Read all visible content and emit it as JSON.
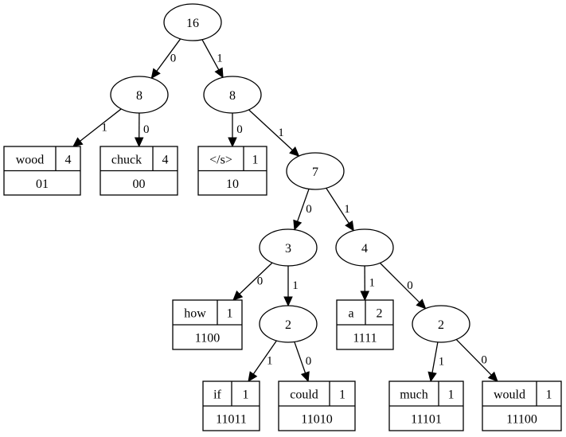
{
  "internal_nodes": [
    {
      "id": "n16",
      "label": "16"
    },
    {
      "id": "nL8",
      "label": "8"
    },
    {
      "id": "nR8",
      "label": "8"
    },
    {
      "id": "n7",
      "label": "7"
    },
    {
      "id": "n3",
      "label": "3"
    },
    {
      "id": "n4",
      "label": "4"
    },
    {
      "id": "n2a",
      "label": "2"
    },
    {
      "id": "n2b",
      "label": "2"
    }
  ],
  "leaves": [
    {
      "id": "wood",
      "word": "wood",
      "count": "4",
      "code": "01"
    },
    {
      "id": "chuck",
      "word": "chuck",
      "count": "4",
      "code": "00"
    },
    {
      "id": "eos",
      "word": "</s>",
      "count": "1",
      "code": "10"
    },
    {
      "id": "how",
      "word": "how",
      "count": "1",
      "code": "1100"
    },
    {
      "id": "a",
      "word": "a",
      "count": "2",
      "code": "1111"
    },
    {
      "id": "if",
      "word": "if",
      "count": "1",
      "code": "11011"
    },
    {
      "id": "could",
      "word": "could",
      "count": "1",
      "code": "11010"
    },
    {
      "id": "much",
      "word": "much",
      "count": "1",
      "code": "11101"
    },
    {
      "id": "would",
      "word": "would",
      "count": "1",
      "code": "11100"
    }
  ],
  "edges": [
    {
      "from": "n16",
      "to": "nL8",
      "label": "0"
    },
    {
      "from": "n16",
      "to": "nR8",
      "label": "1"
    },
    {
      "from": "nL8",
      "to": "wood",
      "label": "1"
    },
    {
      "from": "nL8",
      "to": "chuck",
      "label": "0"
    },
    {
      "from": "nR8",
      "to": "eos",
      "label": "0"
    },
    {
      "from": "nR8",
      "to": "n7",
      "label": "1"
    },
    {
      "from": "n7",
      "to": "n3",
      "label": "0"
    },
    {
      "from": "n7",
      "to": "n4",
      "label": "1"
    },
    {
      "from": "n3",
      "to": "how",
      "label": "0"
    },
    {
      "from": "n3",
      "to": "n2a",
      "label": "1"
    },
    {
      "from": "n4",
      "to": "a",
      "label": "1"
    },
    {
      "from": "n4",
      "to": "n2b",
      "label": "0"
    },
    {
      "from": "n2a",
      "to": "if",
      "label": "1"
    },
    {
      "from": "n2a",
      "to": "could",
      "label": "0"
    },
    {
      "from": "n2b",
      "to": "much",
      "label": "1"
    },
    {
      "from": "n2b",
      "to": "would",
      "label": "0"
    }
  ]
}
